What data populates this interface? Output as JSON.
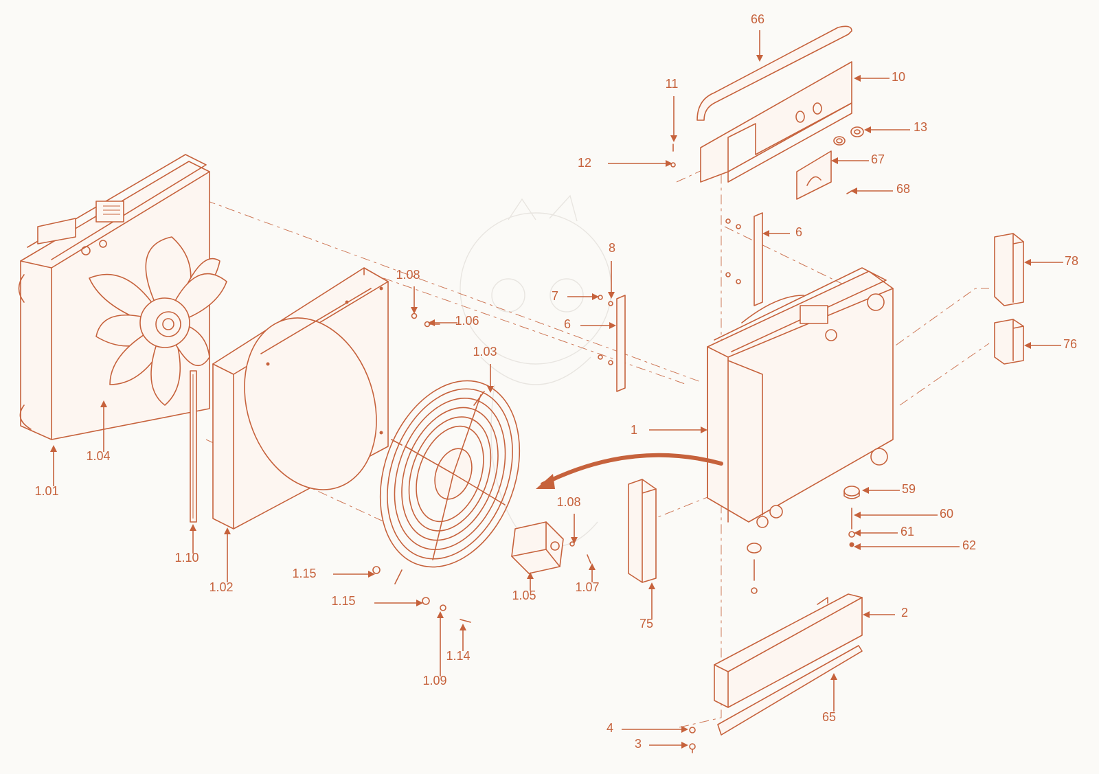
{
  "colors": {
    "line": "#c6623c",
    "background": "#fbfaf7"
  },
  "callouts": [
    {
      "id": "66",
      "label": "66"
    },
    {
      "id": "10",
      "label": "10"
    },
    {
      "id": "11",
      "label": "11"
    },
    {
      "id": "13",
      "label": "13"
    },
    {
      "id": "12",
      "label": "12"
    },
    {
      "id": "67",
      "label": "67"
    },
    {
      "id": "68",
      "label": "68"
    },
    {
      "id": "6a",
      "label": "6"
    },
    {
      "id": "78",
      "label": "78"
    },
    {
      "id": "8",
      "label": "8"
    },
    {
      "id": "7",
      "label": "7"
    },
    {
      "id": "6b",
      "label": "6"
    },
    {
      "id": "76",
      "label": "76"
    },
    {
      "id": "1.08a",
      "label": "1.08"
    },
    {
      "id": "1.06",
      "label": "1.06"
    },
    {
      "id": "1.03",
      "label": "1.03"
    },
    {
      "id": "1",
      "label": "1"
    },
    {
      "id": "1.04",
      "label": "1.04"
    },
    {
      "id": "1.01",
      "label": "1.01"
    },
    {
      "id": "59",
      "label": "59"
    },
    {
      "id": "60",
      "label": "60"
    },
    {
      "id": "1.08b",
      "label": "1.08"
    },
    {
      "id": "61",
      "label": "61"
    },
    {
      "id": "62",
      "label": "62"
    },
    {
      "id": "1.10",
      "label": "1.10"
    },
    {
      "id": "1.15a",
      "label": "1.15"
    },
    {
      "id": "1.02",
      "label": "1.02"
    },
    {
      "id": "1.07",
      "label": "1.07"
    },
    {
      "id": "1.05",
      "label": "1.05"
    },
    {
      "id": "1.15b",
      "label": "1.15"
    },
    {
      "id": "2",
      "label": "2"
    },
    {
      "id": "75",
      "label": "75"
    },
    {
      "id": "1.14",
      "label": "1.14"
    },
    {
      "id": "1.09",
      "label": "1.09"
    },
    {
      "id": "65",
      "label": "65"
    },
    {
      "id": "4",
      "label": "4"
    },
    {
      "id": "3",
      "label": "3"
    }
  ]
}
